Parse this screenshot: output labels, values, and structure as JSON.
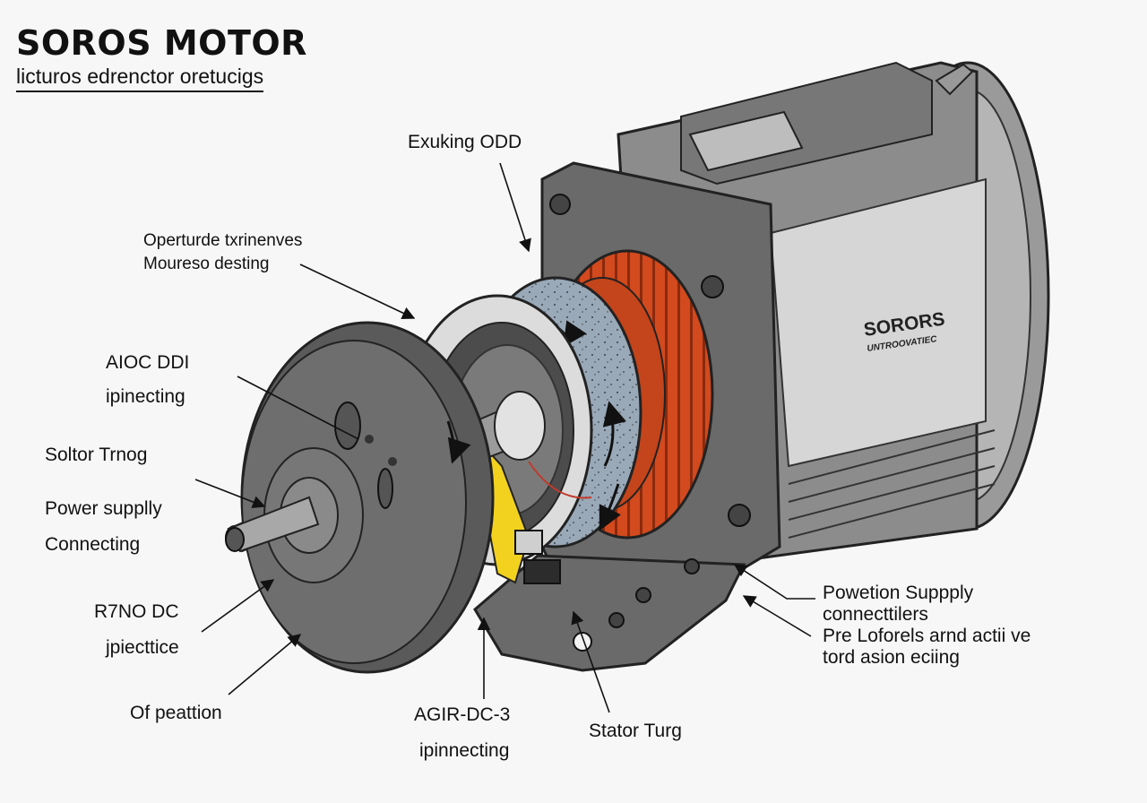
{
  "header": {
    "title": "SOROS MOTOR",
    "subtitle": "licturos edrenctor oretucigs"
  },
  "nameplate": {
    "brand": "SORORS",
    "sub": "UNTROOVATIEC"
  },
  "labels": {
    "exuking": "Exuking ODD",
    "operturde_1": "Operturde txrinenves",
    "operturde_2": "Moureso desting",
    "aioc_1": "AIOC DDI",
    "aioc_2": "ipinecting",
    "soltor": "Soltor Trnog",
    "power_1": "Power supplly",
    "power_2": "Connecting",
    "r7no_1": "R7NO DC",
    "r7no_2": "jpiecttice",
    "peattion": "Of peattion",
    "agir_1": "AGIR-DC-3",
    "agir_2": "ipinnecting",
    "stator": "Stator Turg",
    "powetion_1": "Powetion Suppply",
    "powetion_2": "connecttilers",
    "powetion_3": "Pre Loforels arnd actii ve",
    "powetion_4": "tord asion eciing"
  },
  "colors": {
    "housing": "#8c8c8c",
    "housing_dark": "#5f5f5f",
    "rotor_disc": "#6e6e6e",
    "winding": "#d24a1e",
    "insulation": "#9aa9b8",
    "yellow": "#f2d21e",
    "arrow_red": "#c0392b"
  }
}
